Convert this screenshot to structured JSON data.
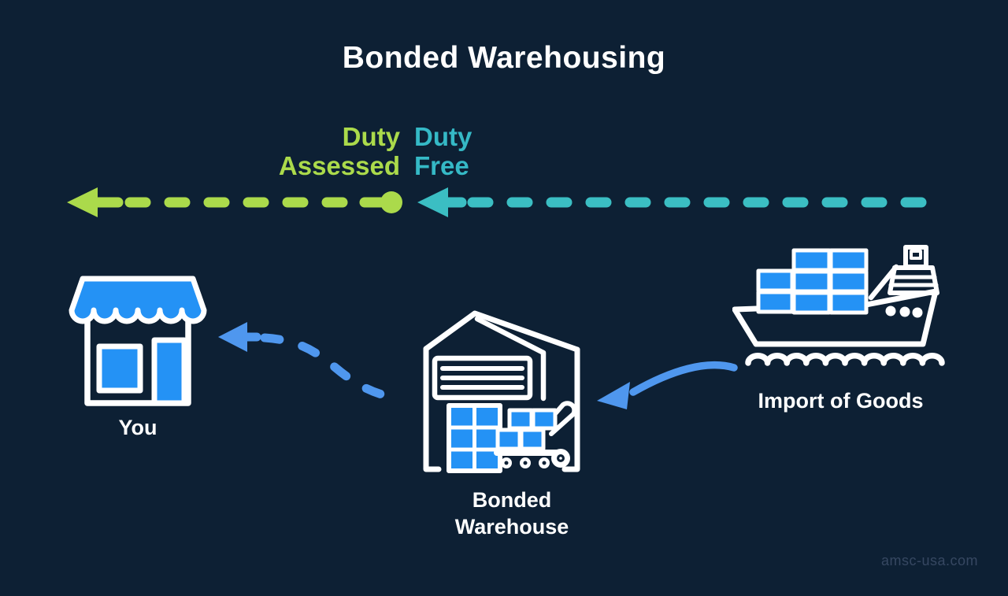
{
  "title": "Bonded Warehousing",
  "flow_labels": {
    "duty_assessed": "Duty\nAssessed",
    "duty_free": "Duty\nFree"
  },
  "nodes": {
    "you": {
      "label": "You",
      "icon": "storefront-icon"
    },
    "bonded_warehouse": {
      "label": "Bonded\nWarehouse",
      "icon": "warehouse-icon"
    },
    "import_of_goods": {
      "label": "Import of Goods",
      "icon": "cargo-ship-icon"
    }
  },
  "watermark": "amsc-usa.com",
  "colors": {
    "background": "#0d2034",
    "text_white": "#ffffff",
    "duty_assessed_green": "#abda4b",
    "duty_free_teal": "#35b9c6",
    "icon_blue": "#2492f5",
    "flow_arrow_blue": "#4f97ee"
  }
}
